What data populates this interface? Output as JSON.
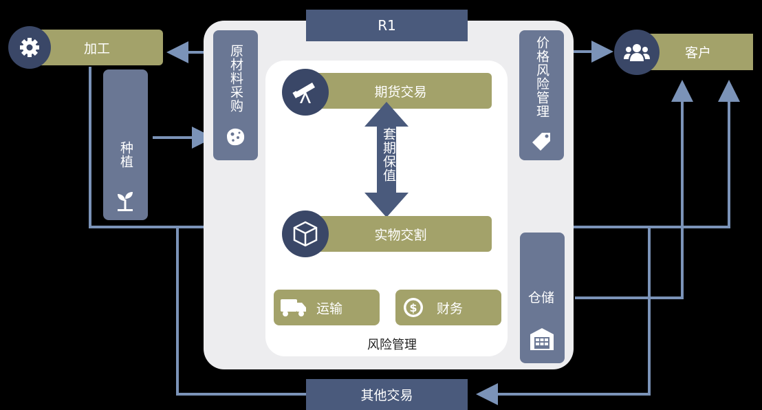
{
  "title": "R1",
  "bottom_bar": "其他交易",
  "nodes": {
    "processing": "加工",
    "planting": "种植",
    "raw_procurement": "原材料采购",
    "price_risk": "价格风险管理",
    "customer": "客户",
    "futures": "期货交易",
    "hedging": "套期保值",
    "physical": "实物交割",
    "transport": "运输",
    "finance": "财务",
    "risk_mgmt": "风险管理",
    "storage": "仓储"
  },
  "colors": {
    "navy": "#4a5a7c",
    "olive": "#a3a26a",
    "slate": "#6a7794",
    "dark_circle": "#3a4767",
    "arrow": "#7b93b8"
  }
}
